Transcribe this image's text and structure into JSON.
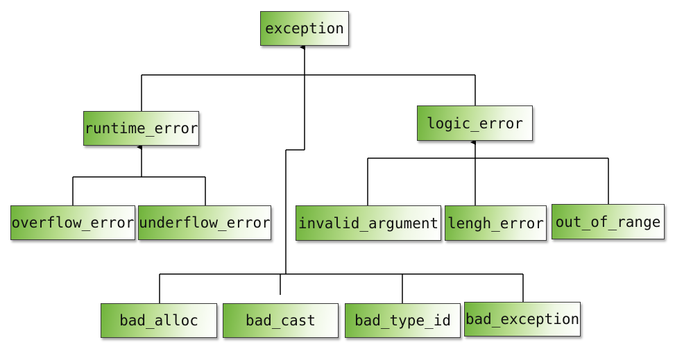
{
  "nodes": {
    "exception": "exception",
    "runtime_error": "runtime_error",
    "logic_error": "logic_error",
    "overflow_error": "overflow_error",
    "underflow_error": "underflow_error",
    "invalid_argument": "invalid_argument",
    "lengh_error": "lengh_error",
    "out_of_range": "out_of_range",
    "bad_alloc": "bad_alloc",
    "bad_cast": "bad_cast",
    "bad_type_id": "bad_type_id",
    "bad_exception": "bad_exception"
  },
  "edges": [
    {
      "from": "runtime_error",
      "to": "exception"
    },
    {
      "from": "logic_error",
      "to": "exception"
    },
    {
      "from": "overflow_error",
      "to": "runtime_error"
    },
    {
      "from": "underflow_error",
      "to": "runtime_error"
    },
    {
      "from": "invalid_argument",
      "to": "logic_error"
    },
    {
      "from": "lengh_error",
      "to": "logic_error"
    },
    {
      "from": "out_of_range",
      "to": "logic_error"
    },
    {
      "from": "bad_alloc",
      "to": "exception"
    },
    {
      "from": "bad_cast",
      "to": "exception"
    },
    {
      "from": "bad_type_id",
      "to": "exception"
    },
    {
      "from": "bad_exception",
      "to": "exception"
    }
  ]
}
